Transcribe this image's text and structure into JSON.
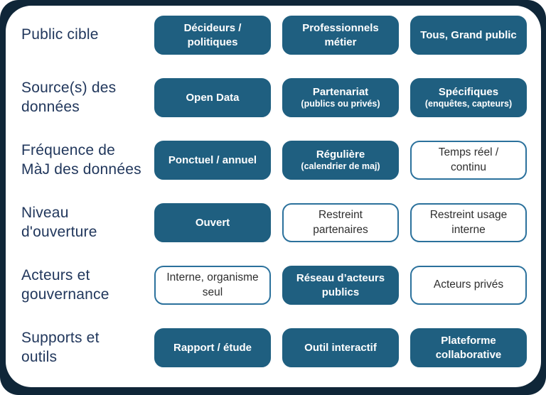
{
  "theme": {
    "page_background": "#ffffff",
    "frame_background": "#0f2638",
    "card_background": "#ffffff",
    "filled_fill": "#1f5f80",
    "filled_text": "#ffffff",
    "outline_border": "#2b719c",
    "outline_fill": "#ffffff",
    "outline_text": "#2e2e2e",
    "label_color": "#21375c"
  },
  "matrix": {
    "rows": [
      {
        "label": "Public cible",
        "options": [
          {
            "text": "Décideurs /\npolitiques",
            "sub": "",
            "style": "filled"
          },
          {
            "text": "Professionnels\nmétier",
            "sub": "",
            "style": "filled"
          },
          {
            "text": "Tous, Grand public",
            "sub": "",
            "style": "filled"
          }
        ]
      },
      {
        "label": "Source(s) des\ndonnées",
        "options": [
          {
            "text": "Open Data",
            "sub": "",
            "style": "filled"
          },
          {
            "text": "Partenariat",
            "sub": "(publics ou privés)",
            "style": "filled"
          },
          {
            "text": "Spécifiques",
            "sub": "(enquêtes, capteurs)",
            "style": "filled"
          }
        ]
      },
      {
        "label": "Fréquence de\nMàJ des données",
        "options": [
          {
            "text": "Ponctuel / annuel",
            "sub": "",
            "style": "filled"
          },
          {
            "text": "Régulière",
            "sub": "(calendrier de maj)",
            "style": "filled"
          },
          {
            "text": "Temps réel /\ncontinu",
            "sub": "",
            "style": "outline"
          }
        ]
      },
      {
        "label": "Niveau\nd'ouverture",
        "options": [
          {
            "text": "Ouvert",
            "sub": "",
            "style": "filled"
          },
          {
            "text": "Restreint\npartenaires",
            "sub": "",
            "style": "outline"
          },
          {
            "text": "Restreint usage\ninterne",
            "sub": "",
            "style": "outline"
          }
        ]
      },
      {
        "label": "Acteurs et\ngouvernance",
        "options": [
          {
            "text": "Interne, organisme\nseul",
            "sub": "",
            "style": "outline"
          },
          {
            "text": "Réseau d’acteurs\npublics",
            "sub": "",
            "style": "filled"
          },
          {
            "text": "Acteurs privés",
            "sub": "",
            "style": "outline"
          }
        ]
      },
      {
        "label": "Supports et\noutils",
        "options": [
          {
            "text": "Rapport / étude",
            "sub": "",
            "style": "filled"
          },
          {
            "text": "Outil interactif",
            "sub": "",
            "style": "filled"
          },
          {
            "text": "Plateforme\ncollaborative",
            "sub": "",
            "style": "filled"
          }
        ]
      }
    ]
  }
}
